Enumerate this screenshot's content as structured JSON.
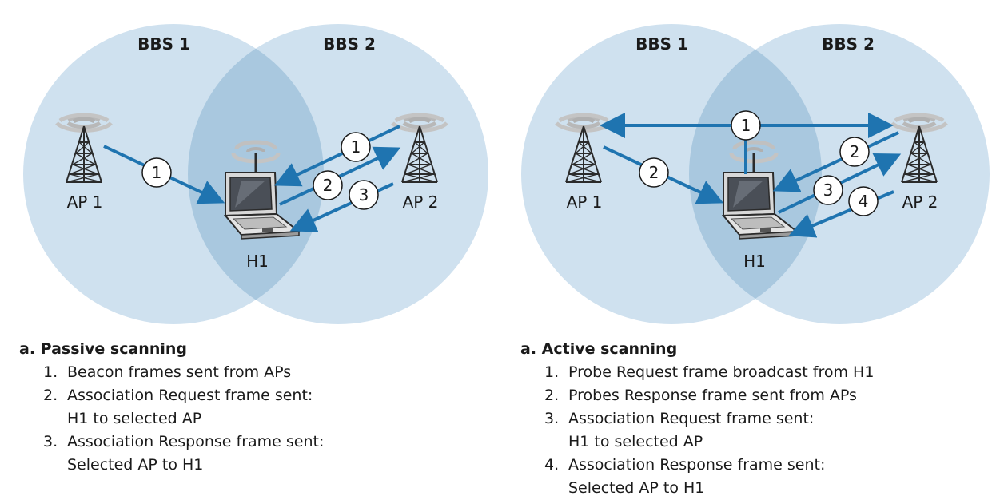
{
  "colors": {
    "circle_fill": "#cfe1ef",
    "overlap_fill": "#a9c8df",
    "arrow": "#1f74b0",
    "text": "#1a1a1a"
  },
  "passive": {
    "bss_left": "BBS 1",
    "bss_right": "BBS 2",
    "ap_left": "AP 1",
    "ap_right": "AP 2",
    "host": "H1",
    "step_labels": [
      "1",
      "1",
      "2",
      "3"
    ],
    "legend": {
      "title": "a. Passive scanning",
      "items": [
        {
          "num": "1.",
          "text": "Beacon frames sent from APs"
        },
        {
          "num": "2.",
          "text": "Association Request frame sent:\nH1 to selected AP"
        },
        {
          "num": "3.",
          "text": "Association Response frame sent:\nSelected AP to H1"
        }
      ]
    }
  },
  "active": {
    "bss_left": "BBS 1",
    "bss_right": "BBS 2",
    "ap_left": "AP 1",
    "ap_right": "AP 2",
    "host": "H1",
    "step_labels": [
      "1",
      "2",
      "2",
      "3",
      "4"
    ],
    "legend": {
      "title": "a. Active scanning",
      "items": [
        {
          "num": "1.",
          "text": "Probe Request frame broadcast from H1"
        },
        {
          "num": "2.",
          "text": "Probes Response frame sent from APs"
        },
        {
          "num": "3.",
          "text": "Association Request frame sent:\nH1 to selected AP"
        },
        {
          "num": "4.",
          "text": "Association Response frame sent:\nSelected AP to H1"
        }
      ]
    }
  }
}
